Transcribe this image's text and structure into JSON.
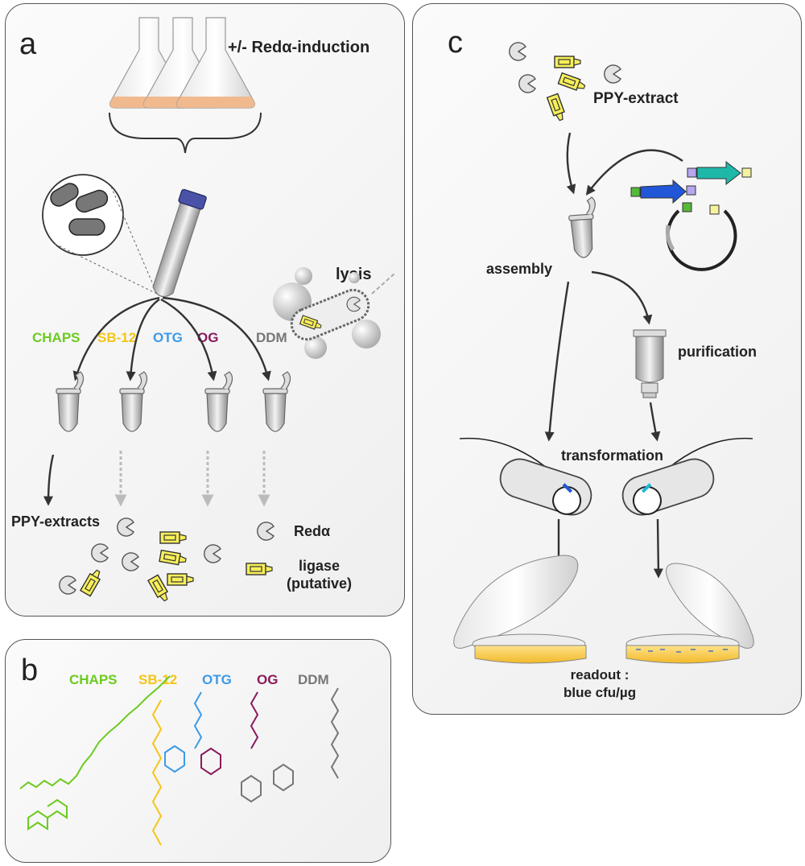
{
  "panel_a": {
    "label": "a",
    "induction": "+/-  Redα-induction",
    "lysis": "lysis",
    "detergents": [
      {
        "name": "CHAPS",
        "color": "#6ccb1f"
      },
      {
        "name": "SB-12",
        "color": "#f5c518"
      },
      {
        "name": "OTG",
        "color": "#3b9be8"
      },
      {
        "name": "OG",
        "color": "#8b1a5c"
      },
      {
        "name": "DDM",
        "color": "#777777"
      }
    ],
    "extracts": "PPY-extracts",
    "reda": "Redα",
    "ligase": "ligase\n(putative)"
  },
  "panel_b": {
    "label": "b",
    "names": [
      "CHAPS",
      "SB-12",
      "OTG",
      "OG",
      "DDM"
    ]
  },
  "panel_c": {
    "label": "c",
    "extract": "PPY-extract",
    "assembly": "assembly",
    "purification": "purification",
    "transformation": "transformation",
    "readout": "readout :\nblue cfu/µg"
  }
}
